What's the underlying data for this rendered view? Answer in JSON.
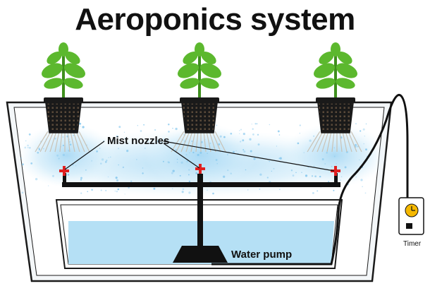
{
  "title": "Aeroponics system",
  "labels": {
    "mist_nozzles": "Mist nozzles",
    "water_pump": "Water pump",
    "timer": "Timer"
  },
  "colors": {
    "title": "#111111",
    "leaf": "#5cb82e",
    "leaf_dark": "#3f8f1e",
    "net_pot": "#1a1a1a",
    "mist": "#bfe3f7",
    "water": "#b5e0f5",
    "pipe": "#111111",
    "nozzle": "#e02020",
    "timer_face": "#f5b800"
  },
  "icons": [
    "plant-icon",
    "net-pot-icon",
    "roots-icon",
    "nozzle-icon",
    "pump-icon",
    "timer-icon"
  ]
}
